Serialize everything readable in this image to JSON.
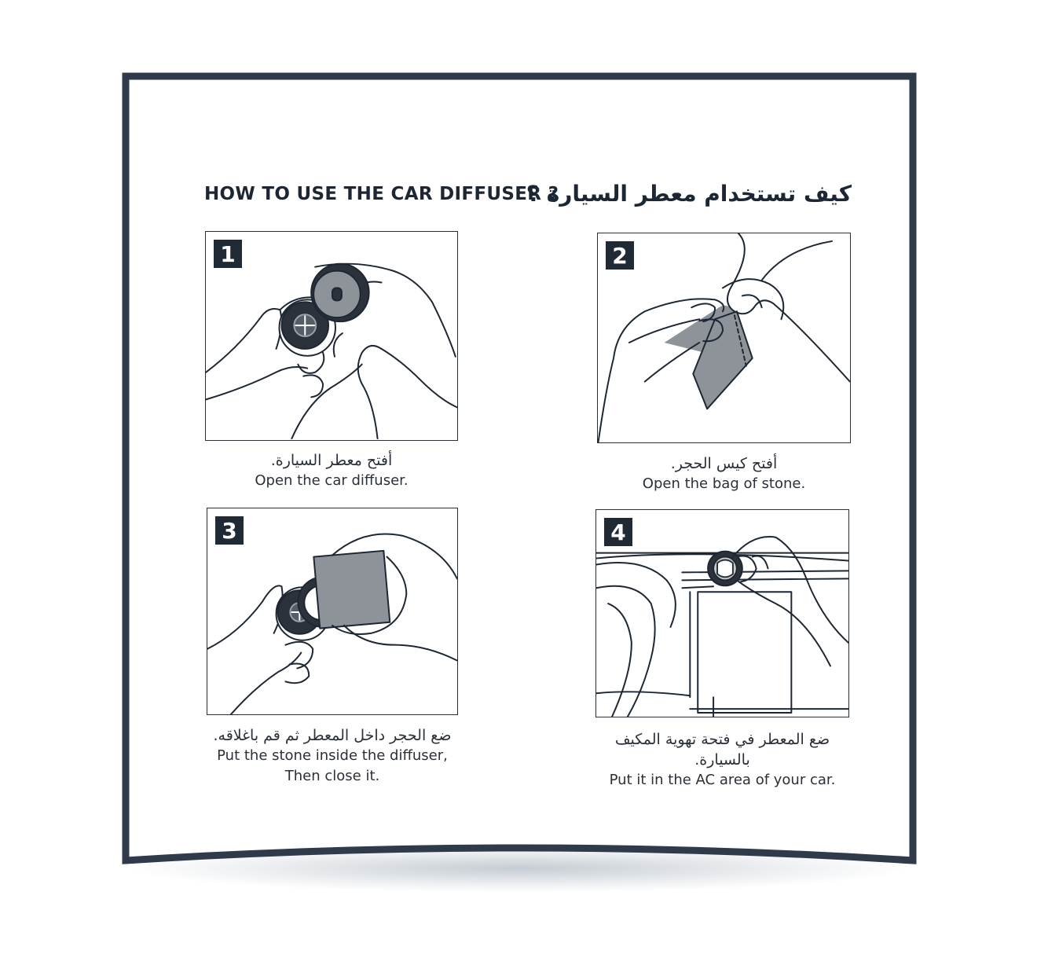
{
  "header": {
    "title_en": "HOW TO USE THE CAR DIFFUSER ?",
    "title_ar": "كيف تستخدام معطر السيارة ؟"
  },
  "steps": [
    {
      "number": "1",
      "caption_ar": "أفتح معطر السيارة.",
      "caption_en": "Open the car diffuser."
    },
    {
      "number": "2",
      "caption_ar": "أفتح كيس الحجر.",
      "caption_en": "Open the bag of stone."
    },
    {
      "number": "3",
      "caption_ar": "ضع الحجر داخل المعطر ثم قم باغلاقه.",
      "caption_en_line1": "Put the stone inside the diffuser,",
      "caption_en_line2": "Then close it."
    },
    {
      "number": "4",
      "caption_ar_line1": "ضع المعطر في فتحة تهوية المكيف",
      "caption_ar_line2": "بالسيارة.",
      "caption_en": "Put it in the AC area of your car."
    }
  ],
  "colors": {
    "frame": "#2f3b4a",
    "badge": "#1f2a35",
    "stone": "#8e9399",
    "ink": "#1d2733"
  },
  "icons": [
    "hands-diffuser-open-illustration",
    "hands-bag-open-illustration",
    "hands-insert-stone-illustration",
    "car-vent-illustration"
  ]
}
